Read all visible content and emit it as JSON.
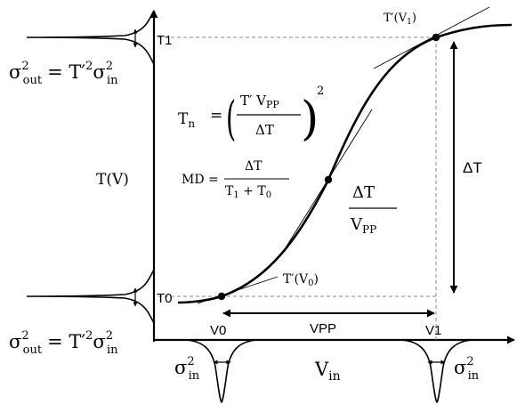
{
  "colors": {
    "ink": "#000000",
    "guide": "#888888"
  },
  "labels": {
    "t1": "T1",
    "t0": "T0",
    "v0": "V0",
    "v1": "V1",
    "vpp": "VPP",
    "t_of_v": "T(V)",
    "delta_t": "ΔT",
    "t_prime_v1": "T′(V",
    "t_prime_v1_sub": "1",
    "t_prime_v0": "T′(V",
    "t_prime_v0_sub": "0",
    "close_paren": ")",
    "vin": "V",
    "vin_sub": "in",
    "sigma": "σ",
    "sup2": "2",
    "sub_out": "out",
    "sub_in": "in",
    "eq_rhs_t": "= T′",
    "tn_lhs": "T",
    "tn_sub": "n",
    "eq": "=",
    "tn_num": "T′ V",
    "tn_num_sub": "PP",
    "tn_den": "ΔT",
    "md_lhs": "MD =",
    "md_num": "ΔT",
    "md_den": "T",
    "md_den_sub1": "1",
    "md_den_plus": " + T",
    "md_den_sub0": "0",
    "slope_num": "ΔT",
    "slope_den": "V",
    "slope_den_sub": "PP"
  }
}
